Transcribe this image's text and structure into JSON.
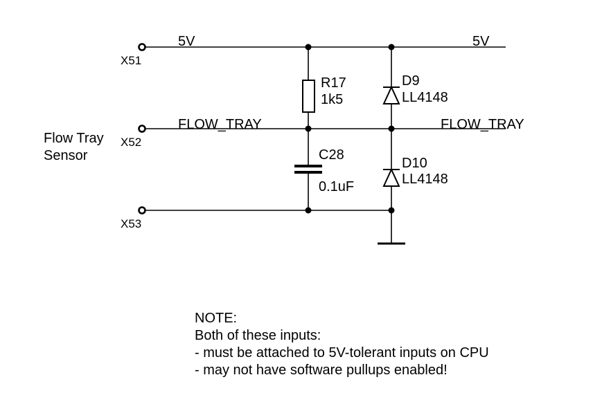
{
  "connector": {
    "label_line1": "Flow Tray",
    "label_line2": "Sensor"
  },
  "terminals": {
    "x51": "X51",
    "x52": "X52",
    "x53": "X53"
  },
  "nets": {
    "vcc_left": "5V",
    "vcc_right": "5V",
    "flow_left": "FLOW_TRAY",
    "flow_right": "FLOW_TRAY"
  },
  "components": {
    "r17": {
      "ref": "R17",
      "value": "1k5"
    },
    "c28": {
      "ref": "C28",
      "value": "0.1uF"
    },
    "d9": {
      "ref": "D9",
      "value": "LL4148"
    },
    "d10": {
      "ref": "D10",
      "value": "LL4148"
    }
  },
  "note": {
    "line1": "NOTE:",
    "line2": "Both of these inputs:",
    "line3": "- must be attached to 5V-tolerant inputs on CPU",
    "line4": "- may not have software pullups enabled!"
  }
}
